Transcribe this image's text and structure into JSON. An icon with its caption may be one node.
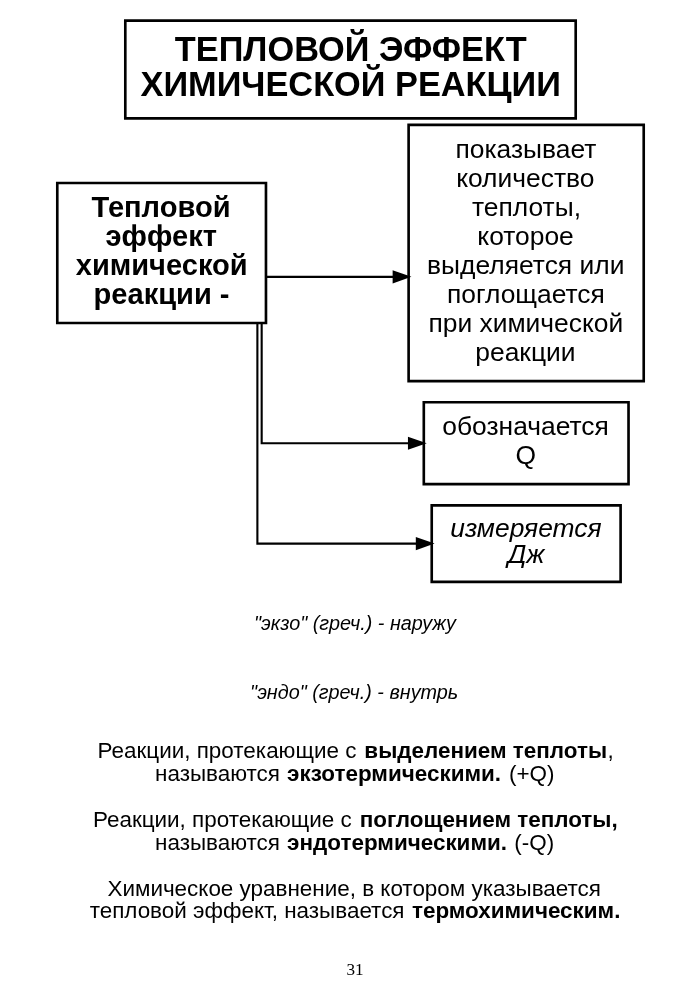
{
  "diagram": {
    "title": "ТЕПЛОВОЙ ЭФФЕКТ ХИМИЧЕСКОЙ РЕАКЦИИ",
    "nodes": [
      {
        "text": [
          "Тепловой эффект химической реакции -"
        ]
      },
      {
        "text": [
          "показывает количество теплоты, которое выделяется или поглощается при химической реакции"
        ]
      },
      {
        "text": [
          "обозначается Q"
        ]
      },
      {
        "text": [
          "измеряется Дж"
        ]
      }
    ],
    "edges": [
      {
        "from": 0,
        "to": 1,
        "arrow": "to"
      },
      {
        "from": 0,
        "to": 2,
        "arrow": "to"
      },
      {
        "from": 0,
        "to": 3,
        "arrow": "to"
      }
    ],
    "labels": [
      "\"экзо\" (греч.) - наружу",
      "\"эндо\" (греч.) - внутрь",
      "Реакции, протекающие с **выделением теплоты**, называются **экзотермическими.** (+Q)",
      "Реакции, протекающие с **поглощением теплоты,** называются **эндотермическими.** (-Q)",
      "Химическое уравнение, в котором указывается тепловой эффект, называется **термохимическим.**",
      "31"
    ]
  }
}
